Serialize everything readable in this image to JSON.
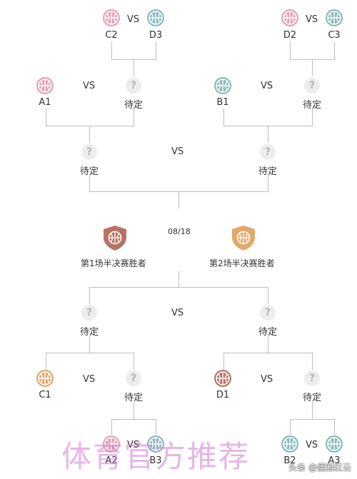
{
  "vs": "VS",
  "date": "08/18",
  "qmark": "?",
  "tbd": "待定",
  "colors": {
    "pink": "#e3a2b6",
    "teal": "#8ab9bc",
    "brown": "#b97365",
    "orange": "#e2a86c",
    "line": "#bdbdbd"
  },
  "teams": {
    "C2": "C2",
    "D3": "D3",
    "D2": "D2",
    "C3": "C3",
    "A1": "A1",
    "B1": "B1",
    "C1": "C1",
    "D1": "D1",
    "A2": "A2",
    "B3": "B3",
    "B2": "B2",
    "A3": "A3"
  },
  "semifinal": {
    "left_winner": "第1场半决赛胜者",
    "right_winner": "第2场半决赛胜者"
  },
  "watermark": "体育官方推荐",
  "credit": "头条 @儒雅红云"
}
